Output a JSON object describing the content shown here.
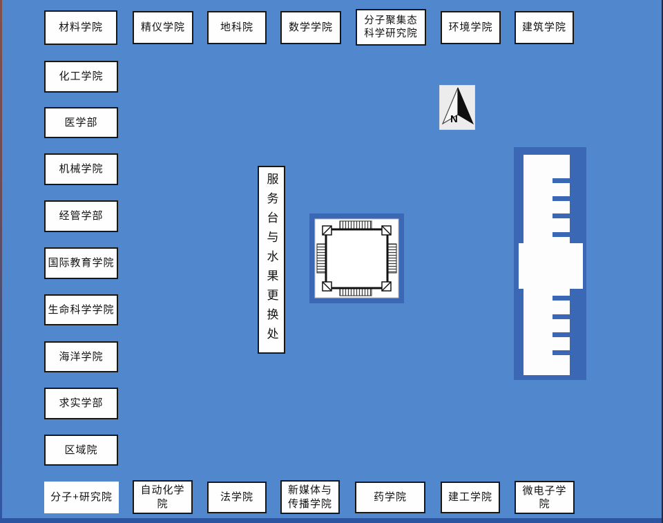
{
  "colors": {
    "background": "#5187cd",
    "panel_blue": "#3a68b5",
    "bottom_strip": "#2b55a0",
    "box_fill": "#fefefe",
    "box_border": "#161616",
    "compass_fill": "#ececec"
  },
  "icons": {
    "compass": "north-arrow",
    "center_structure": "pavilion-floor-plan",
    "right_structure": "building-floor-plan-with-stair-ticks"
  },
  "top_row": [
    {
      "label": "材料学院"
    },
    {
      "label": "精仪学院"
    },
    {
      "label": "地科院"
    },
    {
      "label": "数学学院"
    },
    {
      "label": "分子聚集态\n科学研究院"
    },
    {
      "label": "环境学院"
    },
    {
      "label": "建筑学院"
    }
  ],
  "left_column": [
    {
      "label": "化工学院"
    },
    {
      "label": "医学部"
    },
    {
      "label": "机械学院"
    },
    {
      "label": "经管学部"
    },
    {
      "label": "国际教育学院"
    },
    {
      "label": "生命科学学院"
    },
    {
      "label": "海洋学院"
    },
    {
      "label": "求实学部"
    },
    {
      "label": "区域院"
    }
  ],
  "bottom_row": [
    {
      "label": "分子+研究院"
    },
    {
      "label": "自动化学\n院"
    },
    {
      "label": "法学院"
    },
    {
      "label": "新媒体与\n传播学院"
    },
    {
      "label": "药学院"
    },
    {
      "label": "建工学院"
    },
    {
      "label": "微电子学\n院"
    }
  ],
  "service_box": {
    "label": "服务台与水果更换处"
  },
  "compass": {
    "label": "N"
  }
}
